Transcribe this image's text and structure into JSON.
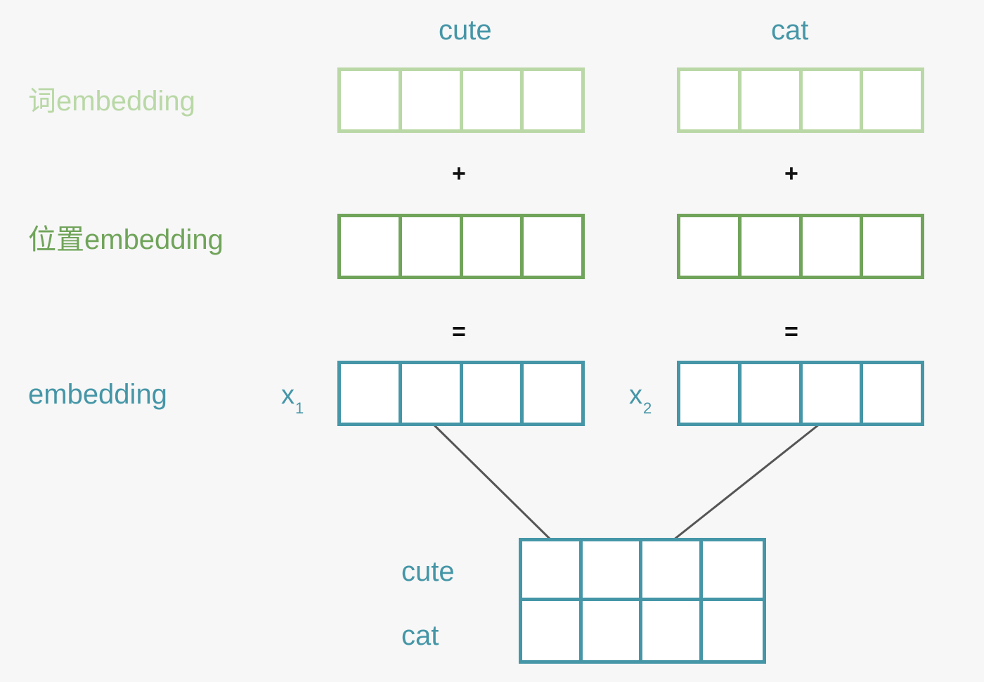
{
  "words": [
    "cute",
    "cat"
  ],
  "rows": {
    "word_embedding": {
      "label": "词embedding",
      "color": "#b9d8a6"
    },
    "position_embedding": {
      "label": "位置embedding",
      "color": "#70a45a"
    },
    "embedding": {
      "label": "embedding",
      "color": "#4596a7"
    }
  },
  "operators": {
    "plus": "+",
    "equals": "="
  },
  "vectors": [
    {
      "var": "x",
      "sub": "1"
    },
    {
      "var": "x",
      "sub": "2"
    }
  ],
  "matrix": {
    "rows": [
      "cute",
      "cat"
    ],
    "cols": 4
  },
  "connector_color": "#555555"
}
